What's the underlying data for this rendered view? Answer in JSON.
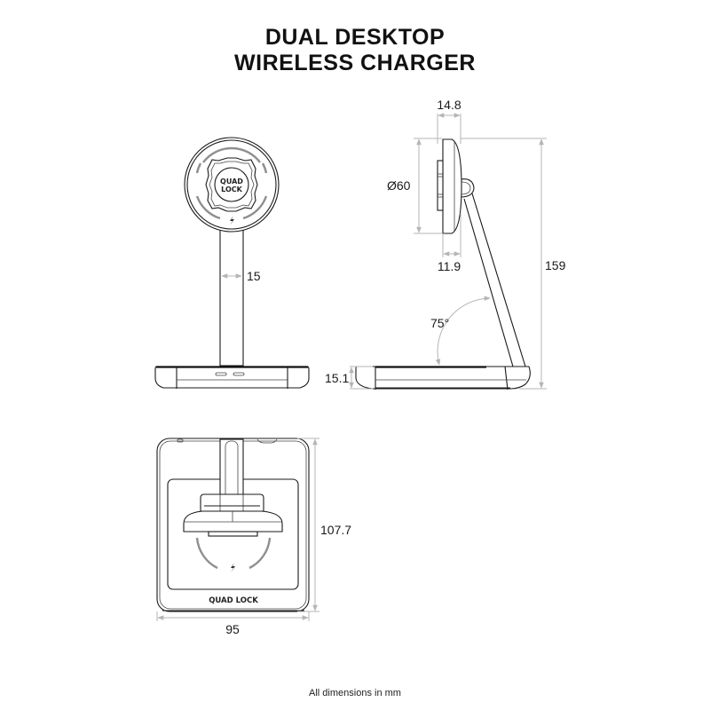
{
  "title": {
    "line1": "DUAL DESKTOP",
    "line2": "WIRELESS CHARGER"
  },
  "views": {
    "front": {
      "stem_width": "15",
      "logo_line1": "QUAD",
      "logo_line2": "LOCK",
      "charge_icon": "lightning-bolt-icon"
    },
    "side": {
      "head_depth": "14.8",
      "head_diameter": "Ø60",
      "head_plate_depth": "11.9",
      "total_height": "159",
      "angle": "75°",
      "base_height": "15.1"
    },
    "top": {
      "depth": "107.7",
      "width": "95",
      "logo": "QUAD LOCK",
      "charge_icon": "lightning-bolt-icon"
    }
  },
  "footer": {
    "note": "All dimensions in mm"
  },
  "colors": {
    "line": "#1a1a1a",
    "dimension_line": "#b5b5b5",
    "background": "#ffffff"
  }
}
